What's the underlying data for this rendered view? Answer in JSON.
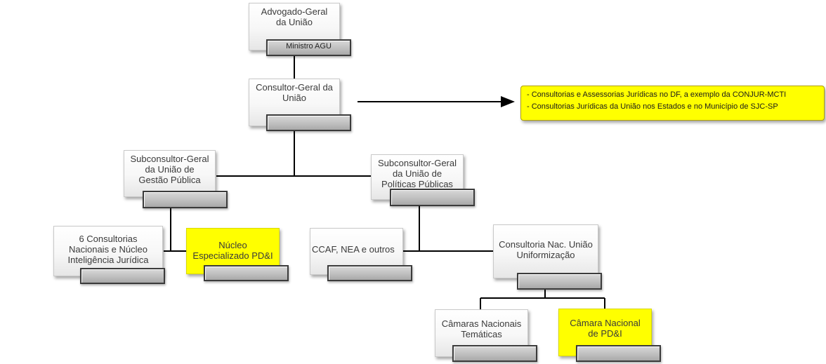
{
  "nodes": {
    "agu": {
      "line1": "Advogado-Geral",
      "line2": "da União",
      "sub": "Ministro AGU"
    },
    "cgu": {
      "line1": "Consultor-Geral da",
      "line2": "União",
      "sub": ""
    },
    "sub_gestao": {
      "line1": "Subconsultor-Geral",
      "line2": "da União de",
      "line3": "Gestão Pública",
      "sub": ""
    },
    "sub_politicas": {
      "line1": "Subconsultor-Geral",
      "line2": "da União de",
      "line3": "Políticas Públicas",
      "sub": ""
    },
    "consultorias": {
      "line1": "6 Consultorias",
      "line2": "Nacionais e Núcleo",
      "line3": "Inteligência Jurídica",
      "sub": ""
    },
    "nucleo": {
      "line1": "Núcleo",
      "line2": "Especializado PD&I",
      "sub": ""
    },
    "ccaf": {
      "line1": "CCAF, NEA e outros",
      "sub": ""
    },
    "cnu": {
      "line1": "Consultoria Nac. União",
      "line2": "Uniformização",
      "sub": ""
    },
    "camaras": {
      "line1": "Câmaras Nacionais",
      "line2": "Temáticas",
      "sub": ""
    },
    "camara_pdi": {
      "line1": "Câmara Nacional",
      "line2": "de PD&I",
      "sub": ""
    }
  },
  "callout": {
    "line1": "- Consultorias e Assessorias Jurídicas no DF, a exemplo da CONJUR-MCTI",
    "line2": "- Consultorias Jurídicas da União nos Estados e no Município de SJC-SP"
  },
  "colors": {
    "highlight": "#ffff00",
    "connector": "#000000",
    "box_text": "#3a3a3a"
  }
}
